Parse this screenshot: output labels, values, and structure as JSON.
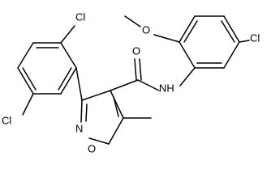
{
  "atoms": {
    "cl_top": "Cl",
    "cl_left": "Cl",
    "cl_right": "Cl",
    "nitrogen_amide": "NH",
    "oxygen_carbonyl": "O",
    "oxygen_methoxy": "O",
    "nitrogen_ring": "N",
    "oxygen_ring": "O"
  },
  "colors": {
    "bond": "#000000",
    "label": "#000000",
    "background": "#ffffff"
  }
}
